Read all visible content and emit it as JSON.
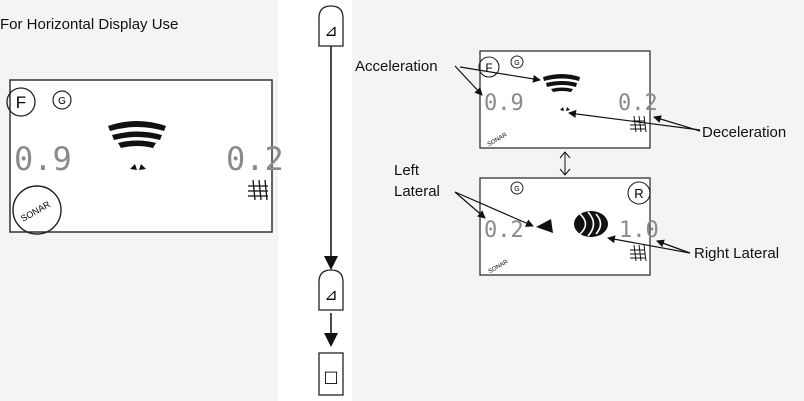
{
  "heading": "For Horizontal Display Use",
  "display": {
    "badge_f": "F",
    "badge_g": "G",
    "badge_r": "R",
    "sonar": "SONAR",
    "left_value": "0.9",
    "right_value": "0.2"
  },
  "lateral_display": {
    "left_value": "0.2",
    "right_value": "1.0"
  },
  "labels": {
    "acceleration": "Acceleration",
    "deceleration": "Deceleration",
    "left_lateral_line1": "Left",
    "left_lateral_line2": "Lateral",
    "right_lateral": "Right Lateral"
  },
  "buttons": {
    "up_symbol": "⊿",
    "stop_symbol": "□"
  },
  "colors": {
    "panel_bg": "#f4f4f4",
    "lcd_bg": "#ffffff",
    "segment_gray": "#8a8a8a",
    "ink": "#111111"
  }
}
